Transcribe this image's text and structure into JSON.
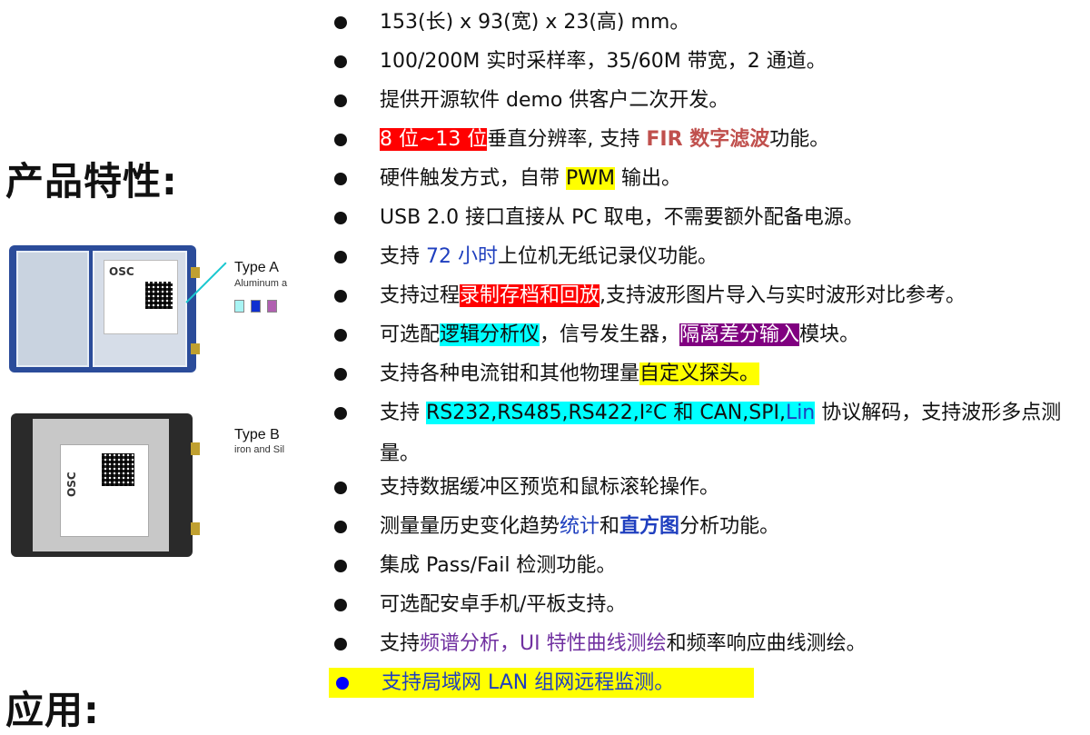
{
  "headings": {
    "features": "产品特性:",
    "applications": "应用:"
  },
  "devices": {
    "type_a": {
      "title": "Type A",
      "subtitle": "Aluminum a",
      "label": "OSC",
      "swatch_colors": [
        "#a8f4f4",
        "#1030d0",
        "#b060b0"
      ]
    },
    "type_b": {
      "title": "Type B",
      "subtitle": "iron and Sil",
      "label": "OSC"
    }
  },
  "features": [
    {
      "parts": [
        {
          "text": "153(长) x 93(宽) x 23(高) mm。"
        }
      ]
    },
    {
      "parts": [
        {
          "text": "100/200M 实时采样率，35/60M 带宽，2 通道。"
        }
      ]
    },
    {
      "parts": [
        {
          "text": "提供开源软件 demo 供客户二次开发。"
        }
      ]
    },
    {
      "parts": [
        {
          "text": "8 位~13 位",
          "style": "hl-red"
        },
        {
          "text": "垂直分辨率, 支持 "
        },
        {
          "text": "FIR 数字滤波",
          "style": "fir"
        },
        {
          "text": "功能。"
        }
      ]
    },
    {
      "parts": [
        {
          "text": "硬件触发方式，自带 "
        },
        {
          "text": "PWM",
          "style": "hl-yellow"
        },
        {
          "text": " 输出。"
        }
      ]
    },
    {
      "parts": [
        {
          "text": "USB 2.0 接口直接从 PC 取电，不需要额外配备电源。"
        }
      ]
    },
    {
      "parts": [
        {
          "text": "支持 "
        },
        {
          "text": "72 小时",
          "style": "blue"
        },
        {
          "text": "上位机无纸记录仪功能。"
        }
      ]
    },
    {
      "parts": [
        {
          "text": "支持过程"
        },
        {
          "text": "录制存档和回放",
          "style": "hl-red"
        },
        {
          "text": ",支持波形图片导入与实时波形对比参考。"
        }
      ]
    },
    {
      "parts": [
        {
          "text": "可选配"
        },
        {
          "text": "逻辑分析仪",
          "style": "hl-cyan"
        },
        {
          "text": "，信号发生器，"
        },
        {
          "text": "隔离差分输入",
          "style": "hl-purple"
        },
        {
          "text": "模块。"
        }
      ]
    },
    {
      "parts": [
        {
          "text": "支持各种电流钳和其他物理量"
        },
        {
          "text": "自定义探头。",
          "style": "hl-yellow"
        }
      ]
    },
    {
      "wrap": true,
      "parts": [
        {
          "text": "支持 "
        },
        {
          "text": "RS232,RS485,RS422,I²C 和 CAN,SPI,",
          "style": "hl-cyan"
        },
        {
          "text": "Lin",
          "style": "hl-cyan cyan-blue"
        },
        {
          "text": " 协议解码，支持波形多点测量。"
        }
      ]
    },
    {
      "parts": [
        {
          "text": "支持数据缓冲区预览和鼠标滚轮操作。"
        }
      ]
    },
    {
      "parts": [
        {
          "text": "测量量历史变化趋势"
        },
        {
          "text": "统计",
          "style": "blue"
        },
        {
          "text": "和"
        },
        {
          "text": "直方图",
          "style": "navy-bold"
        },
        {
          "text": "分析功能。"
        }
      ]
    },
    {
      "parts": [
        {
          "text": "集成 Pass/Fail 检测功能。"
        }
      ]
    },
    {
      "parts": [
        {
          "text": "可选配安卓手机/平板支持。"
        }
      ]
    },
    {
      "parts": [
        {
          "text": "支持"
        },
        {
          "text": "频谱分析，UI 特性曲线测绘",
          "style": "violet"
        },
        {
          "text": "和频率响应曲线测绘。"
        }
      ]
    },
    {
      "last": true,
      "parts": [
        {
          "text": "支持局域网 LAN 组网远程监测。",
          "style": "blue"
        }
      ]
    }
  ]
}
